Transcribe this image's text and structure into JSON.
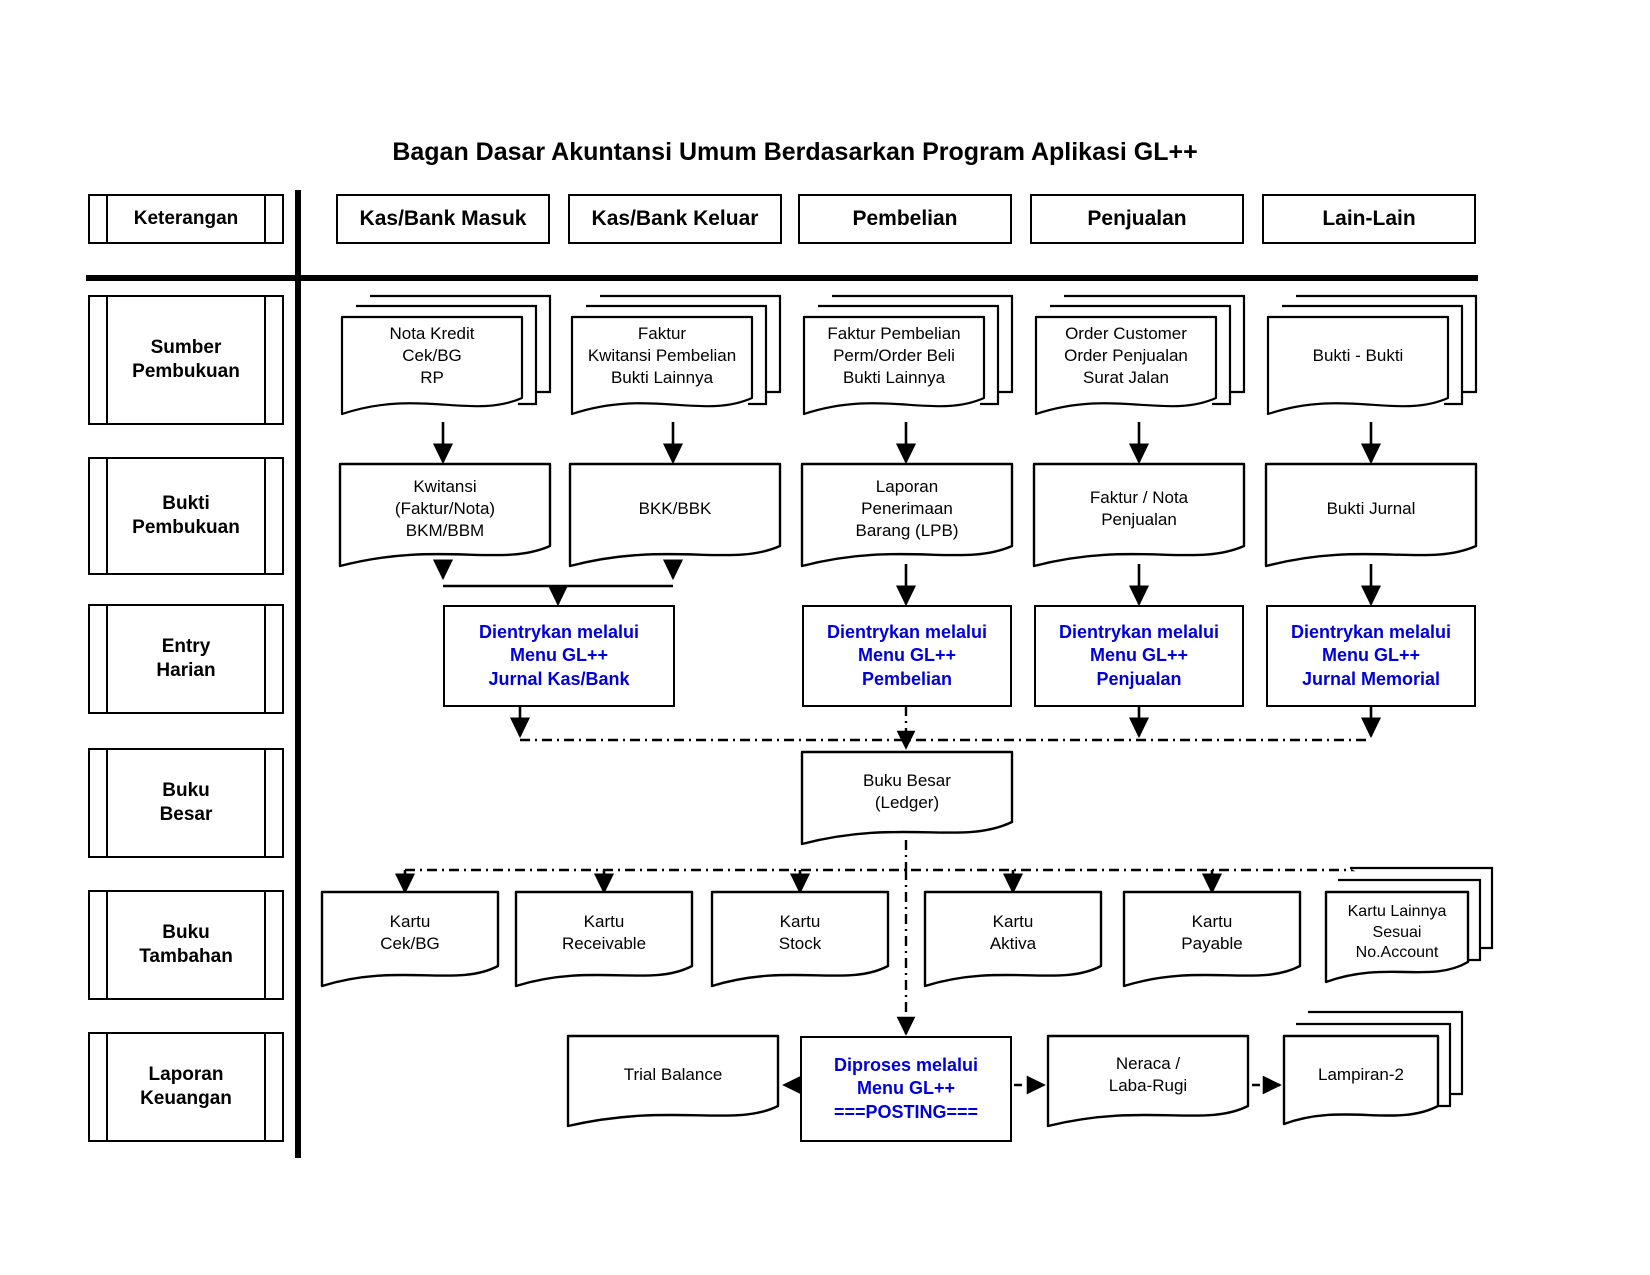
{
  "title": "Bagan Dasar Akuntansi Umum Berdasarkan Program Aplikasi  GL++",
  "colors": {
    "accent_blue": "#0000D8",
    "line": "#000000",
    "background": "#FFFFFF"
  },
  "headers": [
    {
      "label": "Keterangan"
    },
    {
      "label": "Kas/Bank Masuk"
    },
    {
      "label": "Kas/Bank Keluar"
    },
    {
      "label": "Pembelian"
    },
    {
      "label": "Penjualan"
    },
    {
      "label": "Lain-Lain"
    }
  ],
  "stages": [
    {
      "label_line1": "Sumber",
      "label_line2": "Pembukuan"
    },
    {
      "label_line1": "Bukti",
      "label_line2": "Pembukuan"
    },
    {
      "label_line1": "Entry",
      "label_line2": "Harian"
    },
    {
      "label_line1": "Buku",
      "label_line2": "Besar"
    },
    {
      "label_line1": "Buku",
      "label_line2": "Tambahan"
    },
    {
      "label_line1": "Laporan",
      "label_line2": "Keuangan"
    }
  ],
  "sumber_pembukuan": [
    {
      "lines": [
        "Nota Kredit",
        "Cek/BG",
        "RP"
      ]
    },
    {
      "lines": [
        "Faktur",
        "Kwitansi Pembelian",
        "Bukti Lainnya"
      ]
    },
    {
      "lines": [
        "Faktur Pembelian",
        "Perm/Order Beli",
        "Bukti Lainnya"
      ]
    },
    {
      "lines": [
        "Order Customer",
        "Order Penjualan",
        "Surat Jalan"
      ]
    },
    {
      "lines": [
        "Bukti - Bukti"
      ]
    }
  ],
  "bukti_pembukuan": [
    {
      "lines": [
        "Kwitansi",
        "(Faktur/Nota)",
        "BKM/BBM"
      ]
    },
    {
      "lines": [
        "BKK/BBK"
      ]
    },
    {
      "lines": [
        "Laporan",
        "Penerimaan",
        "Barang (LPB)"
      ]
    },
    {
      "lines": [
        "Faktur / Nota",
        "Penjualan"
      ]
    },
    {
      "lines": [
        "Bukti Jurnal"
      ]
    }
  ],
  "entry_harian": [
    {
      "lines": [
        "Dientrykan melalui",
        "Menu GL++",
        "Jurnal Kas/Bank"
      ]
    },
    {
      "lines": [
        "Dientrykan melalui",
        "Menu GL++",
        "Pembelian"
      ]
    },
    {
      "lines": [
        "Dientrykan melalui",
        "Menu GL++",
        "Penjualan"
      ]
    },
    {
      "lines": [
        "Dientrykan melalui",
        "Menu GL++",
        "Jurnal Memorial"
      ]
    }
  ],
  "buku_besar": {
    "lines": [
      "Buku Besar",
      "(Ledger)"
    ]
  },
  "buku_tambahan": [
    {
      "lines": [
        "Kartu",
        "Cek/BG"
      ]
    },
    {
      "lines": [
        "Kartu",
        "Receivable"
      ]
    },
    {
      "lines": [
        "Kartu",
        "Stock"
      ]
    },
    {
      "lines": [
        "Kartu",
        "Aktiva"
      ]
    },
    {
      "lines": [
        "Kartu",
        "Payable"
      ]
    },
    {
      "lines": [
        "Kartu Lainnya",
        "Sesuai",
        "No.Account"
      ]
    }
  ],
  "laporan_keuangan": [
    {
      "lines": [
        "Trial Balance"
      ]
    },
    {
      "lines": [
        "Diproses melalui",
        "Menu GL++",
        "===POSTING==="
      ]
    },
    {
      "lines": [
        "Neraca /",
        "Laba-Rugi"
      ]
    },
    {
      "lines": [
        "Lampiran-2"
      ]
    }
  ]
}
